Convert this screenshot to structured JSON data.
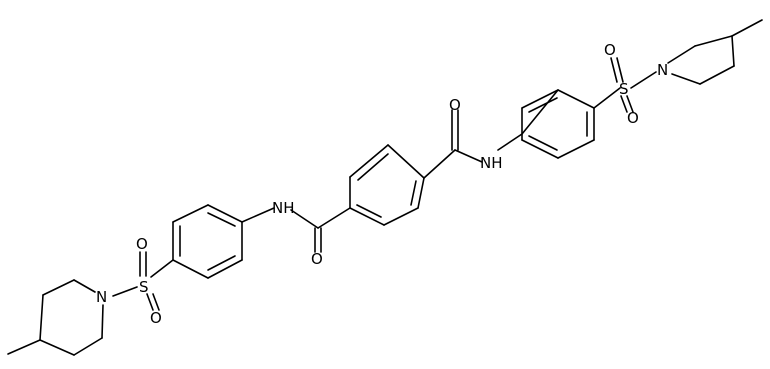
{
  "atom_labels": {
    "nh": "NH",
    "o": "O",
    "s": "S",
    "n": "N"
  },
  "colors": {
    "background": "#ffffff",
    "bond": "#000000",
    "label": "#000000"
  }
}
